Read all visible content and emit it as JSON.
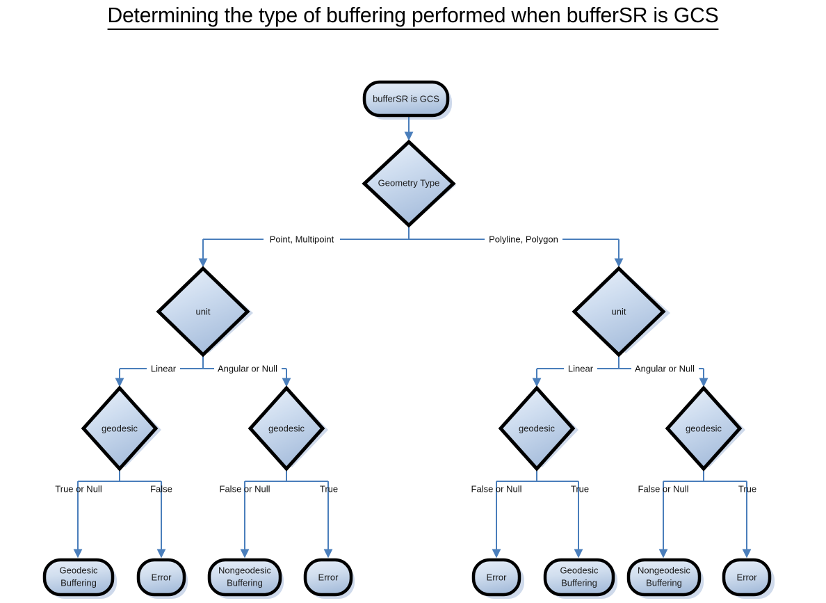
{
  "title": {
    "text": "Determining the type of buffering performed when bufferSR is GCS",
    "underlined": true
  },
  "colors": {
    "node_fill_top": "#dce6f2",
    "node_fill_bottom": "#aac0dd",
    "node_border": "#000000",
    "connector": "#4a7ebb",
    "shadow": "#cdd9ea",
    "text": "#1a1a1a",
    "background": "#ffffff"
  },
  "diagram": {
    "type": "flowchart",
    "start_node": {
      "id": "start",
      "shape": "rounded-rectangle",
      "label": "bufferSR is GCS"
    },
    "decisions": [
      {
        "id": "geometry-type",
        "shape": "diamond",
        "label": "Geometry Type"
      },
      {
        "id": "unit-left",
        "shape": "diamond",
        "label": "unit"
      },
      {
        "id": "unit-right",
        "shape": "diamond",
        "label": "unit"
      },
      {
        "id": "geodesic-1",
        "shape": "diamond",
        "label": "geodesic"
      },
      {
        "id": "geodesic-2",
        "shape": "diamond",
        "label": "geodesic"
      },
      {
        "id": "geodesic-3",
        "shape": "diamond",
        "label": "geodesic"
      },
      {
        "id": "geodesic-4",
        "shape": "diamond",
        "label": "geodesic"
      }
    ],
    "terminals": [
      {
        "id": "terminal-1",
        "shape": "rounded-rectangle",
        "label_line1": "Geodesic",
        "label_line2": "Buffering"
      },
      {
        "id": "terminal-2",
        "shape": "rounded-rectangle",
        "label_line1": "Error",
        "label_line2": ""
      },
      {
        "id": "terminal-3",
        "shape": "rounded-rectangle",
        "label_line1": "Nongeodesic",
        "label_line2": "Buffering"
      },
      {
        "id": "terminal-4",
        "shape": "rounded-rectangle",
        "label_line1": "Error",
        "label_line2": ""
      },
      {
        "id": "terminal-5",
        "shape": "rounded-rectangle",
        "label_line1": "Error",
        "label_line2": ""
      },
      {
        "id": "terminal-6",
        "shape": "rounded-rectangle",
        "label_line1": "Geodesic",
        "label_line2": "Buffering"
      },
      {
        "id": "terminal-7",
        "shape": "rounded-rectangle",
        "label_line1": "Nongeodesic",
        "label_line2": "Buffering"
      },
      {
        "id": "terminal-8",
        "shape": "rounded-rectangle",
        "label_line1": "Error",
        "label_line2": ""
      }
    ],
    "edge_labels": {
      "geometry_left": "Point, Multipoint",
      "geometry_right": "Polyline, Polygon",
      "unit_left_a": "Linear",
      "unit_left_b": "Angular or Null",
      "unit_right_a": "Linear",
      "unit_right_b": "Angular or Null",
      "g1_left": "True or Null",
      "g1_right": "False",
      "g2_left": "False or Null",
      "g2_right": "True",
      "g3_left": "False or Null",
      "g3_right": "True",
      "g4_left": "False or Null",
      "g4_right": "True"
    },
    "edges": [
      {
        "from": "start",
        "to": "geometry-type",
        "label": ""
      },
      {
        "from": "geometry-type",
        "to": "unit-left",
        "label": "Point, Multipoint"
      },
      {
        "from": "geometry-type",
        "to": "unit-right",
        "label": "Polyline, Polygon"
      },
      {
        "from": "unit-left",
        "to": "geodesic-1",
        "label": "Linear"
      },
      {
        "from": "unit-left",
        "to": "geodesic-2",
        "label": "Angular or Null"
      },
      {
        "from": "unit-right",
        "to": "geodesic-3",
        "label": "Linear"
      },
      {
        "from": "unit-right",
        "to": "geodesic-4",
        "label": "Angular or Null"
      },
      {
        "from": "geodesic-1",
        "to": "terminal-1",
        "label": "True or Null"
      },
      {
        "from": "geodesic-1",
        "to": "terminal-2",
        "label": "False"
      },
      {
        "from": "geodesic-2",
        "to": "terminal-3",
        "label": "False or Null"
      },
      {
        "from": "geodesic-2",
        "to": "terminal-4",
        "label": "True"
      },
      {
        "from": "geodesic-3",
        "to": "terminal-5",
        "label": "False or Null"
      },
      {
        "from": "geodesic-3",
        "to": "terminal-6",
        "label": "True"
      },
      {
        "from": "geodesic-4",
        "to": "terminal-7",
        "label": "False or Null"
      },
      {
        "from": "geodesic-4",
        "to": "terminal-8",
        "label": "True"
      }
    ]
  }
}
